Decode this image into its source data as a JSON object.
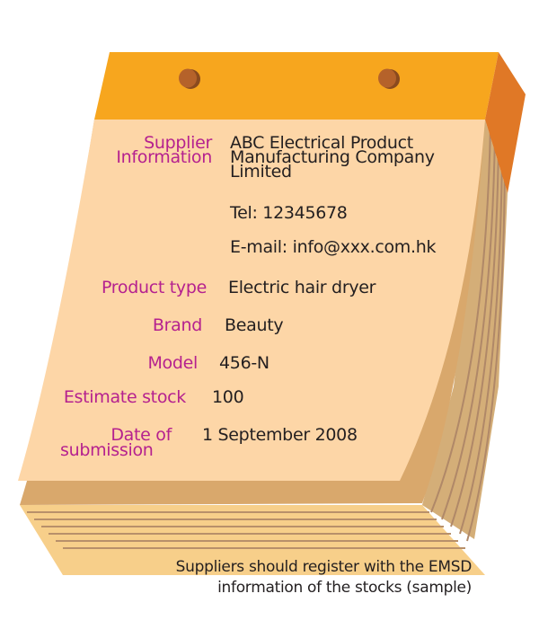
{
  "colors": {
    "top_band": "#f7a61e",
    "top_side": "#e07826",
    "binding_hole": "#b5622a",
    "page": "#fdd6a7",
    "page_stack": "#d9a86c",
    "stack_lines": "#b8906a",
    "label": "#b5218f",
    "value": "#231f20"
  },
  "form": {
    "supplier": {
      "label_line1": "Supplier",
      "label_line2": "Information",
      "company_line1": "ABC Electrical Product",
      "company_line2": "Manufacturing Company",
      "company_line3": "Limited",
      "tel": "Tel: 12345678",
      "email": "E-mail: info@xxx.com.hk"
    },
    "product_type": {
      "label": "Product type",
      "value": "Electric hair dryer"
    },
    "brand": {
      "label": "Brand",
      "value": "Beauty"
    },
    "model": {
      "label": "Model",
      "value": "456-N"
    },
    "estimate_stock": {
      "label": "Estimate stock",
      "value": "100"
    },
    "date_of_submission": {
      "label_line1": "Date of",
      "label_line2": "submission",
      "value": "1 September 2008"
    }
  },
  "caption": {
    "line1": "Suppliers should register with the EMSD",
    "line2": "information of the stocks (sample)"
  }
}
